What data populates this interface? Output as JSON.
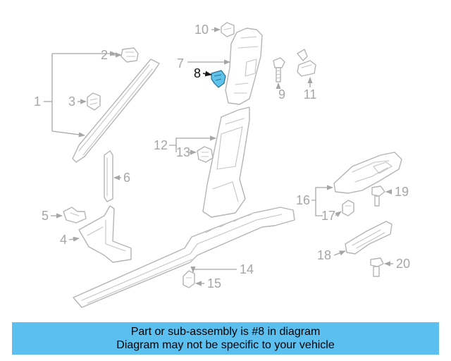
{
  "callouts": {
    "c1": "1",
    "c2": "2",
    "c3": "3",
    "c4": "4",
    "c5": "5",
    "c6": "6",
    "c7": "7",
    "c8": "8",
    "c9": "9",
    "c10": "10",
    "c11": "11",
    "c12": "12",
    "c13": "13",
    "c14": "14",
    "c15": "15",
    "c16": "16",
    "c17": "17",
    "c18": "18",
    "c19": "19",
    "c20": "20"
  },
  "highlighted_part": "8",
  "colors": {
    "highlight": "#5ec3ea",
    "banner": "#5bc0f0",
    "line": "#b4b4b4",
    "callout": "#a6a6a6"
  },
  "caption": {
    "line1": "Part or sub-assembly is #8 in diagram",
    "line2": "Diagram may not be specific to your vehicle"
  }
}
